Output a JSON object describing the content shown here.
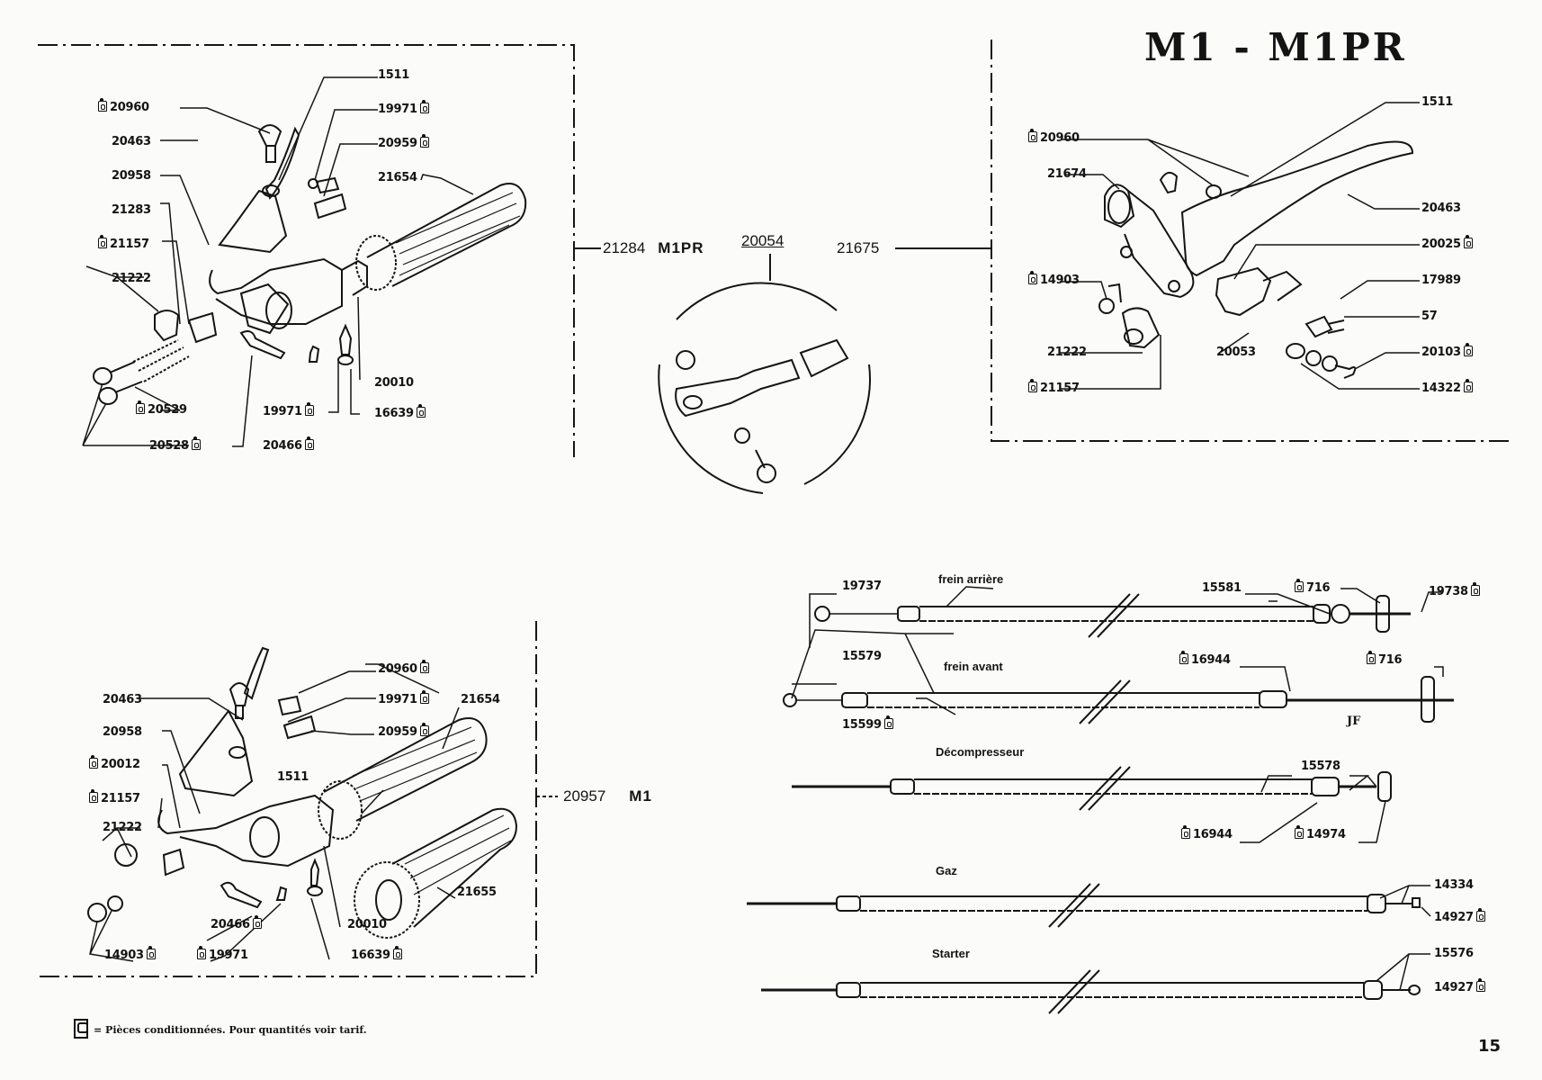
{
  "page": {
    "title": "M1 - M1PR",
    "page_number": "15",
    "footnote": "= Pièces conditionnées. Pour quantités voir tarif.",
    "packaged_icon": "packaged-parts-icon",
    "signature": "JF"
  },
  "assembly_m1pr_left": {
    "assembly_number": "21284",
    "model": "M1PR",
    "labels": [
      {
        "num": "1511",
        "packaged": false
      },
      {
        "num": "20960",
        "packaged": true
      },
      {
        "num": "19971",
        "packaged": true
      },
      {
        "num": "20463",
        "packaged": false
      },
      {
        "num": "20959",
        "packaged": true
      },
      {
        "num": "20958",
        "packaged": false
      },
      {
        "num": "21654",
        "packaged": false
      },
      {
        "num": "21283",
        "packaged": false
      },
      {
        "num": "21157",
        "packaged": true
      },
      {
        "num": "21222",
        "packaged": false
      },
      {
        "num": "20010",
        "packaged": false
      },
      {
        "num": "19971",
        "packaged": true
      },
      {
        "num": "16639",
        "packaged": true
      },
      {
        "num": "20529",
        "packaged": true
      },
      {
        "num": "20528",
        "packaged": true
      },
      {
        "num": "20466",
        "packaged": true
      }
    ]
  },
  "detail_center": {
    "part_number": "20054",
    "assembly_number": "21675"
  },
  "assembly_m1pr_right": {
    "labels": [
      {
        "num": "1511",
        "packaged": false
      },
      {
        "num": "20960",
        "packaged": true
      },
      {
        "num": "21674",
        "packaged": false
      },
      {
        "num": "20463",
        "packaged": false
      },
      {
        "num": "20025",
        "packaged": true
      },
      {
        "num": "14903",
        "packaged": true
      },
      {
        "num": "17989",
        "packaged": false
      },
      {
        "num": "57",
        "packaged": false
      },
      {
        "num": "21222",
        "packaged": false
      },
      {
        "num": "20053",
        "packaged": false
      },
      {
        "num": "20103",
        "packaged": true
      },
      {
        "num": "21157",
        "packaged": true
      },
      {
        "num": "14322",
        "packaged": true
      }
    ]
  },
  "assembly_m1": {
    "assembly_number": "20957",
    "model": "M1",
    "labels": [
      {
        "num": "20960",
        "packaged": true
      },
      {
        "num": "20463",
        "packaged": false
      },
      {
        "num": "19971",
        "packaged": true
      },
      {
        "num": "21654",
        "packaged": false
      },
      {
        "num": "20959",
        "packaged": true
      },
      {
        "num": "20958",
        "packaged": false
      },
      {
        "num": "20012",
        "packaged": true
      },
      {
        "num": "1511",
        "packaged": false
      },
      {
        "num": "21157",
        "packaged": true
      },
      {
        "num": "21222",
        "packaged": false
      },
      {
        "num": "21655",
        "packaged": false
      },
      {
        "num": "20010",
        "packaged": false
      },
      {
        "num": "20466",
        "packaged": true
      },
      {
        "num": "14903",
        "packaged": true
      },
      {
        "num": "19971",
        "packaged": true
      },
      {
        "num": "16639",
        "packaged": true
      }
    ]
  },
  "cables": [
    {
      "name": "frein arrière",
      "labels": [
        {
          "num": "19737",
          "packaged": false
        },
        {
          "num": "15581",
          "packaged": false
        },
        {
          "num": "716",
          "packaged": true
        },
        {
          "num": "19738",
          "packaged": true
        }
      ]
    },
    {
      "name": "frein avant",
      "labels": [
        {
          "num": "15579",
          "packaged": false
        },
        {
          "num": "15599",
          "packaged": true
        },
        {
          "num": "16944",
          "packaged": true
        },
        {
          "num": "716",
          "packaged": true
        }
      ]
    },
    {
      "name": "Décompresseur",
      "labels": [
        {
          "num": "15578",
          "packaged": false
        },
        {
          "num": "16944",
          "packaged": true
        },
        {
          "num": "14974",
          "packaged": true
        }
      ]
    },
    {
      "name": "Gaz",
      "labels": [
        {
          "num": "14334",
          "packaged": false
        },
        {
          "num": "14927",
          "packaged": true
        }
      ]
    },
    {
      "name": "Starter",
      "labels": [
        {
          "num": "15576",
          "packaged": false
        },
        {
          "num": "14927",
          "packaged": true
        }
      ]
    }
  ]
}
